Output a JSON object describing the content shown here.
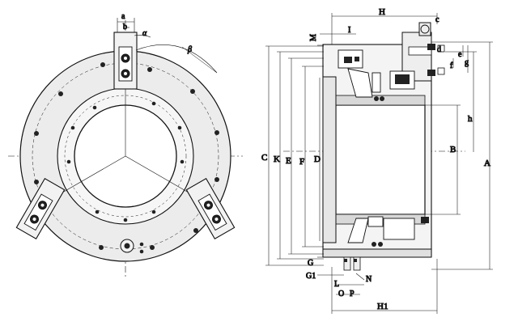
{
  "labels": {
    "a_top": "a",
    "b_top": "b",
    "alpha": "α",
    "beta": "β",
    "H": "H",
    "I": "I",
    "M": "M",
    "c": "c",
    "d": "d",
    "e": "e",
    "f": "f",
    "g": "g",
    "h": "h",
    "B": "B",
    "A": "A",
    "C": "C",
    "K": "K",
    "E": "E",
    "F": "F",
    "D": "D",
    "G": "G",
    "G1": "G1",
    "L": "L",
    "N": "N",
    "O": "O",
    "P": "P",
    "H1": "H1"
  },
  "colors": {
    "line": "#111111",
    "fill": "#e8e8e8",
    "dark": "#222222",
    "hatch": "#999999"
  }
}
